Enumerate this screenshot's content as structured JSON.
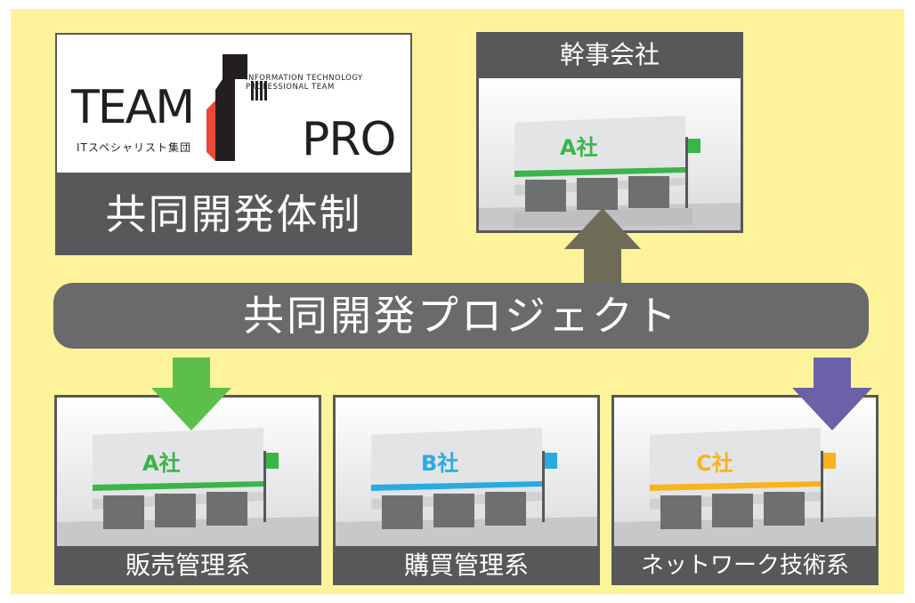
{
  "logo": {
    "brand_left": "TEAM",
    "brand_right": "PRO",
    "tagline_line1": "INFORMATION TECHNOLOGY",
    "tagline_line2": "PROFESSIONAL TEAM",
    "subtitle": "ITスペシャリスト集団"
  },
  "system_title": "共同開発体制",
  "lead": {
    "label": "幹事会社",
    "company": "A社"
  },
  "project": {
    "label": "共同開発プロジェクト"
  },
  "members": [
    {
      "company": "A社",
      "label": "販売管理系",
      "color": "#3ab54a"
    },
    {
      "company": "B社",
      "label": "購買管理系",
      "color": "#29abe2"
    },
    {
      "company": "C社",
      "label": "ネットワーク技術系",
      "color": "#fbb21b"
    }
  ],
  "colors": {
    "background": "#fdf39a",
    "panel": "#58585a",
    "arrow_up": "#6e6b57",
    "arrow_green": "#5cbf4a",
    "arrow_purple": "#6b61a8"
  }
}
